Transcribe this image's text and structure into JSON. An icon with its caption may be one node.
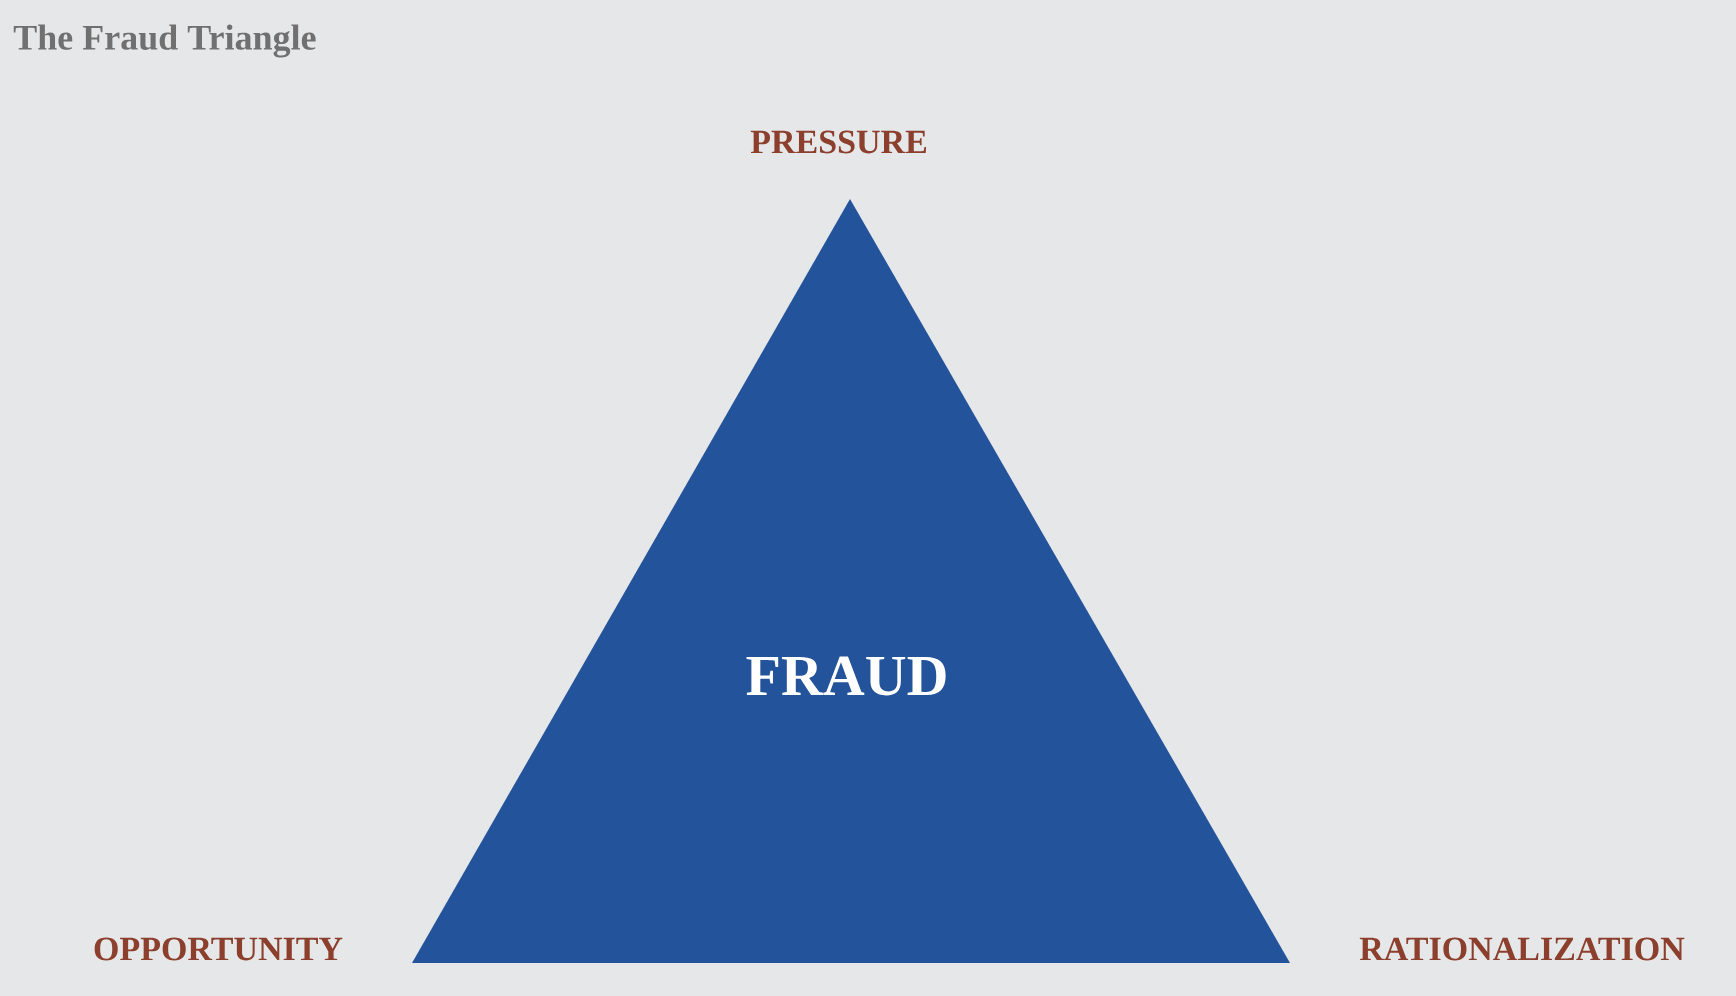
{
  "diagram": {
    "title": "The Fraud Triangle",
    "nodes": [
      {
        "text": [
          "FRAUD"
        ]
      }
    ],
    "labels": [
      "PRESSURE",
      "OPPORTUNITY",
      "RATIONALIZATION"
    ]
  }
}
